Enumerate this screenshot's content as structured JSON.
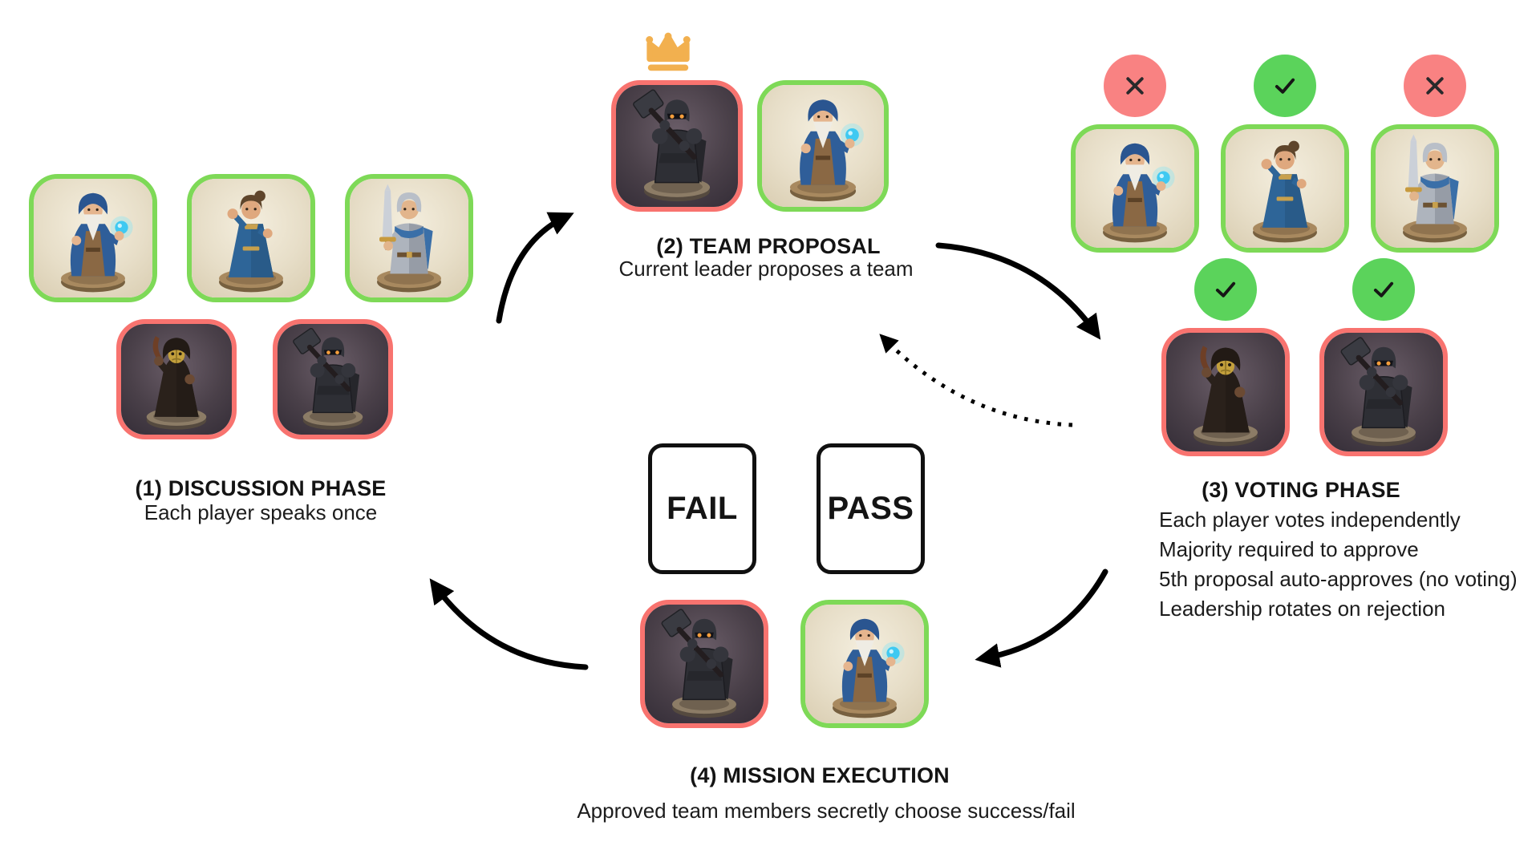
{
  "colors": {
    "good_border": "#7ED957",
    "evil_border": "#F8736F",
    "approve_fill": "#5BD35B",
    "reject_fill": "#F98282",
    "ink": "#141414",
    "crown": "#F2B04F"
  },
  "characters": {
    "wizard": {
      "team": "good",
      "label": "wizard with blue orb"
    },
    "woman": {
      "team": "good",
      "label": "woman in blue dress"
    },
    "knight": {
      "team": "good",
      "label": "knight with sword"
    },
    "assassin": {
      "team": "evil",
      "label": "hooded assassin with gold mask"
    },
    "darkknight": {
      "team": "evil",
      "label": "dark knight with hammer"
    }
  },
  "phase1": {
    "title": "(1) DISCUSSION PHASE",
    "subtitle": "Each player speaks once",
    "row1": [
      "wizard",
      "woman",
      "knight"
    ],
    "row2": [
      "assassin",
      "darkknight"
    ]
  },
  "phase2": {
    "title": "(2) TEAM PROPOSAL",
    "subtitle": "Current leader proposes a team",
    "leader_marker": "crown",
    "avatars": [
      "darkknight",
      "wizard"
    ]
  },
  "phase3": {
    "title": "(3) VOTING PHASE",
    "lines": [
      "Each player votes independently",
      "Majority required to approve",
      "5th proposal auto-approves (no voting)",
      "Leadership rotates on rejection"
    ],
    "row1": [
      {
        "char": "wizard",
        "vote": "reject"
      },
      {
        "char": "woman",
        "vote": "approve"
      },
      {
        "char": "knight",
        "vote": "reject"
      }
    ],
    "row2": [
      {
        "char": "assassin",
        "vote": "approve"
      },
      {
        "char": "darkknight",
        "vote": "approve"
      }
    ]
  },
  "phase4": {
    "title": "(4) MISSION EXECUTION",
    "subtitle": "Approved team members secretly choose success/fail",
    "cards": [
      "FAIL",
      "PASS"
    ],
    "avatars": [
      "darkknight",
      "wizard"
    ]
  },
  "flow": {
    "solid_arrows": [
      "phase1→phase2",
      "phase2→phase3",
      "phase3→phase4",
      "phase4→phase1"
    ],
    "dotted_arrow": "phase3→phase2"
  }
}
